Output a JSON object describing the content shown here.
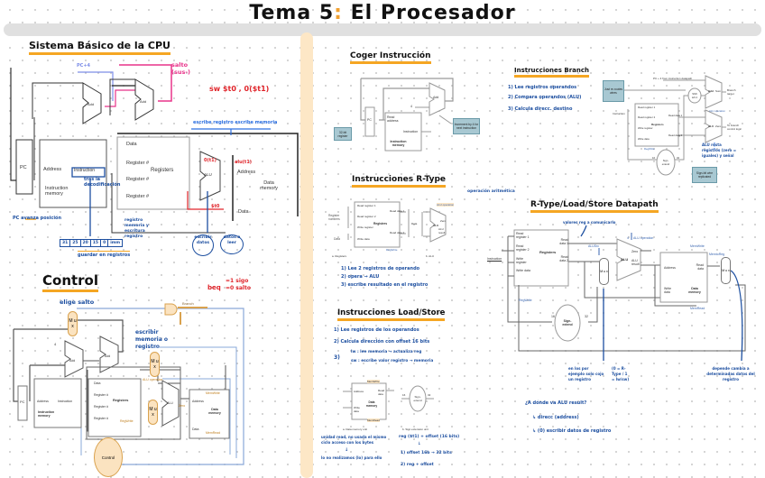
{
  "page": {
    "title_prefix": "Tema 5",
    "title_colon": ":",
    "title_suffix": "El Procesador"
  },
  "sections": {
    "cpu_basic": {
      "heading": "Sistema Básico de la CPU",
      "note_pc4": "PC+4",
      "note_salto": "salto (sus-)",
      "note_sw": "sw $t0 , 0($t1)",
      "note_escribe": "escribe registro   escribe memoria",
      "note_pc_avanza": "PC avanza posición",
      "note_tras_decodif": "tras la decodificación",
      "note_guardar": "guardar en registros",
      "note_registro": "registro memoria y escritura registro",
      "bubble1": "escribir datos",
      "bubble2": "datos a leer",
      "red_a": "alu(t1)",
      "red_b": "0(t1)",
      "red_c": "$t0",
      "instr_fields": [
        "31",
        "25",
        "20",
        "15",
        "0",
        "imm"
      ],
      "labels": {
        "pc": "PC",
        "address": "Address",
        "instruction": "Instruction",
        "instruction_memory": "Instruction memory",
        "registers": "Registers",
        "register1": "Register #",
        "register2": "Register #",
        "register3": "Register #",
        "data": "Data",
        "data_memory": "Data memory",
        "add1": "Add",
        "add2": "Add",
        "alu": "ALU",
        "four": "4"
      }
    },
    "control": {
      "heading": "Control",
      "note_elige": "elige salto",
      "note_escribir": "escribir memoria o registro",
      "note_beq_a": "beq",
      "note_beq_1": "=1 sigo",
      "note_beq_0": "=0 salto",
      "labels": {
        "branch": "Branch",
        "mux": "M u x",
        "add": "Add",
        "four": "4",
        "pc": "PC",
        "address": "Address",
        "instruction": "Instruction",
        "instruction_memory": "Instruction memory",
        "data": "Data",
        "register_a": "Register #",
        "register_b": "Register #",
        "register_c": "Register #",
        "registers": "Registers",
        "regwrite": "RegWrite",
        "alu_operation": "ALU operation",
        "alu": "ALU",
        "zero": "Zero",
        "memwrite": "MemWrite",
        "memread": "MemRead",
        "dm_address": "Address",
        "dm_data": "Data",
        "data_memory": "Data memory",
        "control": "Control"
      }
    },
    "fetch": {
      "heading": "Coger Instrucción",
      "labels": {
        "add": "Add",
        "four": "4",
        "pc": "PC",
        "read_address": "Read address",
        "instruction": "Instruction",
        "instruction_memory": "Instruction memory",
        "callout_left": "32-bit register",
        "callout_right": "Increment by 4 for next instruction"
      }
    },
    "rtype": {
      "heading": "Instrucciones R-Type",
      "note_operacion": "operación aritmética",
      "steps": [
        "1) Lee 2 registros de operando",
        "2) opera → ALU",
        "3) escribe resultado en el registro"
      ],
      "labels": {
        "register_numbers": "Register numbers",
        "data": "Data",
        "read_register_1": "Read register 1",
        "read_register_2": "Read register 2",
        "write_register": "Write register",
        "write_data": "Write data",
        "registers": "Registers",
        "read_data_1": "Read data 1",
        "read_data_2": "Read data 2",
        "regwrite": "RegWrite",
        "data_right": "Data",
        "alu_operation": "ALU operation",
        "alu": "ALU",
        "zero": "Zero",
        "alu_result": "ALU result",
        "caption_a": "a. Registers",
        "caption_b": "b. ALU",
        "bits5a": "5",
        "bits5b": "5",
        "bits5c": "5"
      }
    },
    "loadstore": {
      "heading": "Instrucciones Load/Store",
      "steps": [
        "1) Lee registros de los operandos",
        "2) Calcula dirección con offset 16 bits",
        "3)"
      ],
      "step3_options": [
        "lw : lee memoria → actualiza reg",
        "sw : escribe valor registro → memoria"
      ],
      "notes_left": [
        "unidad read, no usada el mismo",
        "ciclo acceso con los bytes",
        "↓",
        "lo no realizamos (lo) para ello"
      ],
      "notes_right": [
        "reg ($t1) + offset (16 bits)",
        "↓",
        "1) offset 16b → 32 bits",
        "2) reg + offset"
      ],
      "labels": {
        "memwrite": "MemWrite",
        "memread": "MemRead",
        "address": "Address",
        "write_data": "Write data",
        "read_data": "Read data",
        "data_memory": "Data memory",
        "sign_extend": "Sign-extend",
        "bits16": "16",
        "bits32": "32",
        "caption_a": "a. Data memory unit",
        "caption_b": "b. Sign extension unit"
      }
    },
    "branch": {
      "heading": "Instrucciones Branch",
      "steps": [
        "1) Lee registros operandos",
        "2) Compara operandos (ALU)",
        "3) Calcula direcc. destino"
      ],
      "note_alu": "ALU resta registros (zero = iguales) y señal",
      "labels": {
        "pc4": "PC + 4 from instruction datapath",
        "add": "Add",
        "sum": "Sum",
        "branch_target": "Branch target",
        "shift": "Shift left 2",
        "just_rerouted": "Just re-routes wires",
        "instruction": "Instruction",
        "read_register_1": "Read register 1",
        "read_register_2": "Read register 2",
        "write_register": "Write register",
        "write_data": "Write data",
        "registers": "Registers",
        "read_data_1": "Read data 1",
        "read_data_2": "Read data 2",
        "regwrite": "RegWrite",
        "alu_operation": "ALU operation",
        "alu": "ALU",
        "zero": "Zero",
        "to_branch": "To branch control logic",
        "sign_extend": "Sign-extend",
        "bits16": "16",
        "bits32": "32",
        "sign_bit": "Sign-bit wire replicated"
      }
    },
    "datapath": {
      "heading": "R-Type/Load/Store Datapath",
      "note_top": "valores reg a comunicarlo",
      "note_alusrc": "en los por ejemplo solo cojo un registro",
      "note_alusrc2": "(0 = R-Type / 1 = lw/sw)",
      "note_memtoreg": "depende cambia a determinadas datos del registro",
      "question": "¿A dónde va ALU result?",
      "answer_1": "↳ direcc (address)",
      "answer_2": "↳ (0) escribir datos de registro",
      "labels": {
        "instruction": "Instruction",
        "read_register_1": "Read register 1",
        "read_register_2": "Read register 2",
        "write_register": "Write register",
        "write_data": "Write data",
        "registers": "Registers",
        "read_data_1": "Read data 1",
        "read_data_2": "Read data 2",
        "regwrite": "RegWrite",
        "alusrc": "ALUSrc",
        "mux": "M u x",
        "alu_operation": "ALU operation",
        "four": "4",
        "alu": "ALU",
        "zero": "Zero",
        "alu_result": "ALU result",
        "memwrite": "MemWrite",
        "memread": "MemRead",
        "memtoreg": "MemtoReg",
        "address": "Address",
        "read_data": "Read data",
        "dm_write_data": "Write data",
        "data_memory": "Data memory",
        "sign_extend": "Sign-extend",
        "bits16": "16",
        "bits32": "32"
      }
    }
  }
}
